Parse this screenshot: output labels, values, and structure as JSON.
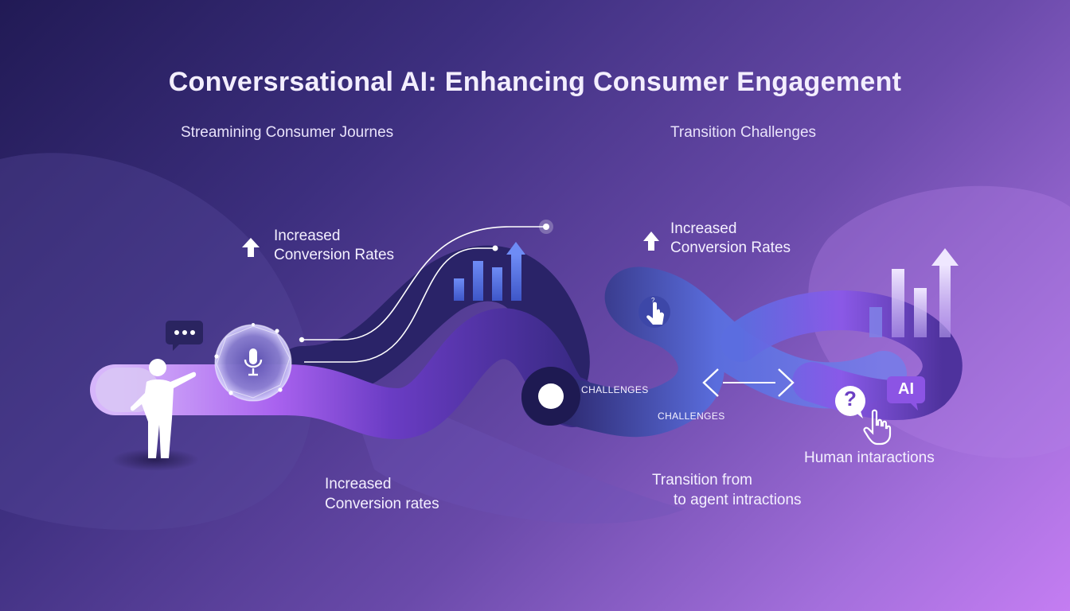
{
  "title": "Conversrsational AI: Enhancing Consumer Engagement",
  "headings": {
    "left": "Streamining Consumer Journes",
    "right": "Transition Challenges"
  },
  "labels": {
    "increased_left_1": "Increased",
    "increased_left_2": "Conversion Rates",
    "increased_right_1": "Increased",
    "increased_right_2": "Conversion Rates",
    "increased_bottom_1": "Increased",
    "increased_bottom_2": "Conversion rates",
    "transition_1": "Transition from",
    "transition_2": "to agent intractions",
    "human": "Human intaractions",
    "challenges_1": "CHALLENGES",
    "challenges_2": "CHALLENGES",
    "ai_badge": "AI",
    "question_mark": "?"
  },
  "icons": [
    "chat-bubble-icon",
    "person-icon",
    "microphone-icon",
    "arrow-up-icon",
    "bar-chart-icon",
    "hand-pointer-icon",
    "double-arrow-icon",
    "question-bubble-icon",
    "ai-badge-icon"
  ],
  "colors": {
    "path_light": "#b77cf2",
    "path_dark": "#241f5c",
    "path_blue": "#5c6ee0",
    "bars_blue": "#5a78e6",
    "bars_light": "#c9b6f5"
  }
}
